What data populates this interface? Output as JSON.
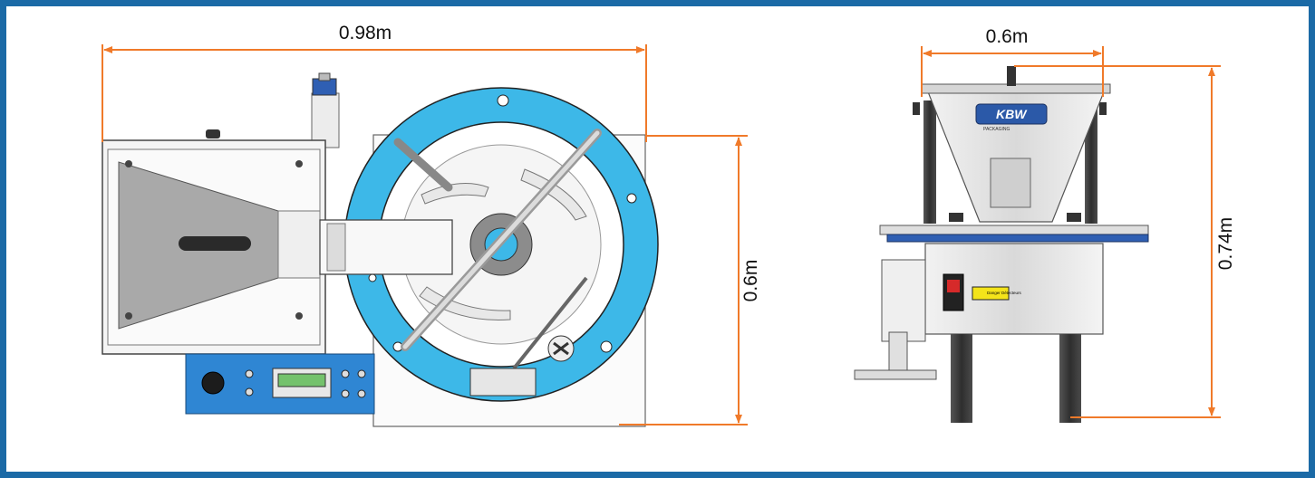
{
  "colors": {
    "border": "#1b6aa6",
    "dimension_line": "#f07a2a",
    "ring": "#3db8e8",
    "control_panel": "#2f86d3",
    "metal": "#c9c9c9",
    "leg": "#444444",
    "warning": "#f4e41a",
    "switch": "#d62a2a"
  },
  "top_view": {
    "width_label": "0.98m",
    "depth_label": "0.6m"
  },
  "front_view": {
    "width_label": "0.6m",
    "height_label": "0.74m",
    "brand": "KBW",
    "brand_sub": "PACKAGING",
    "warning_text": "Danger\nDétecteurs"
  }
}
